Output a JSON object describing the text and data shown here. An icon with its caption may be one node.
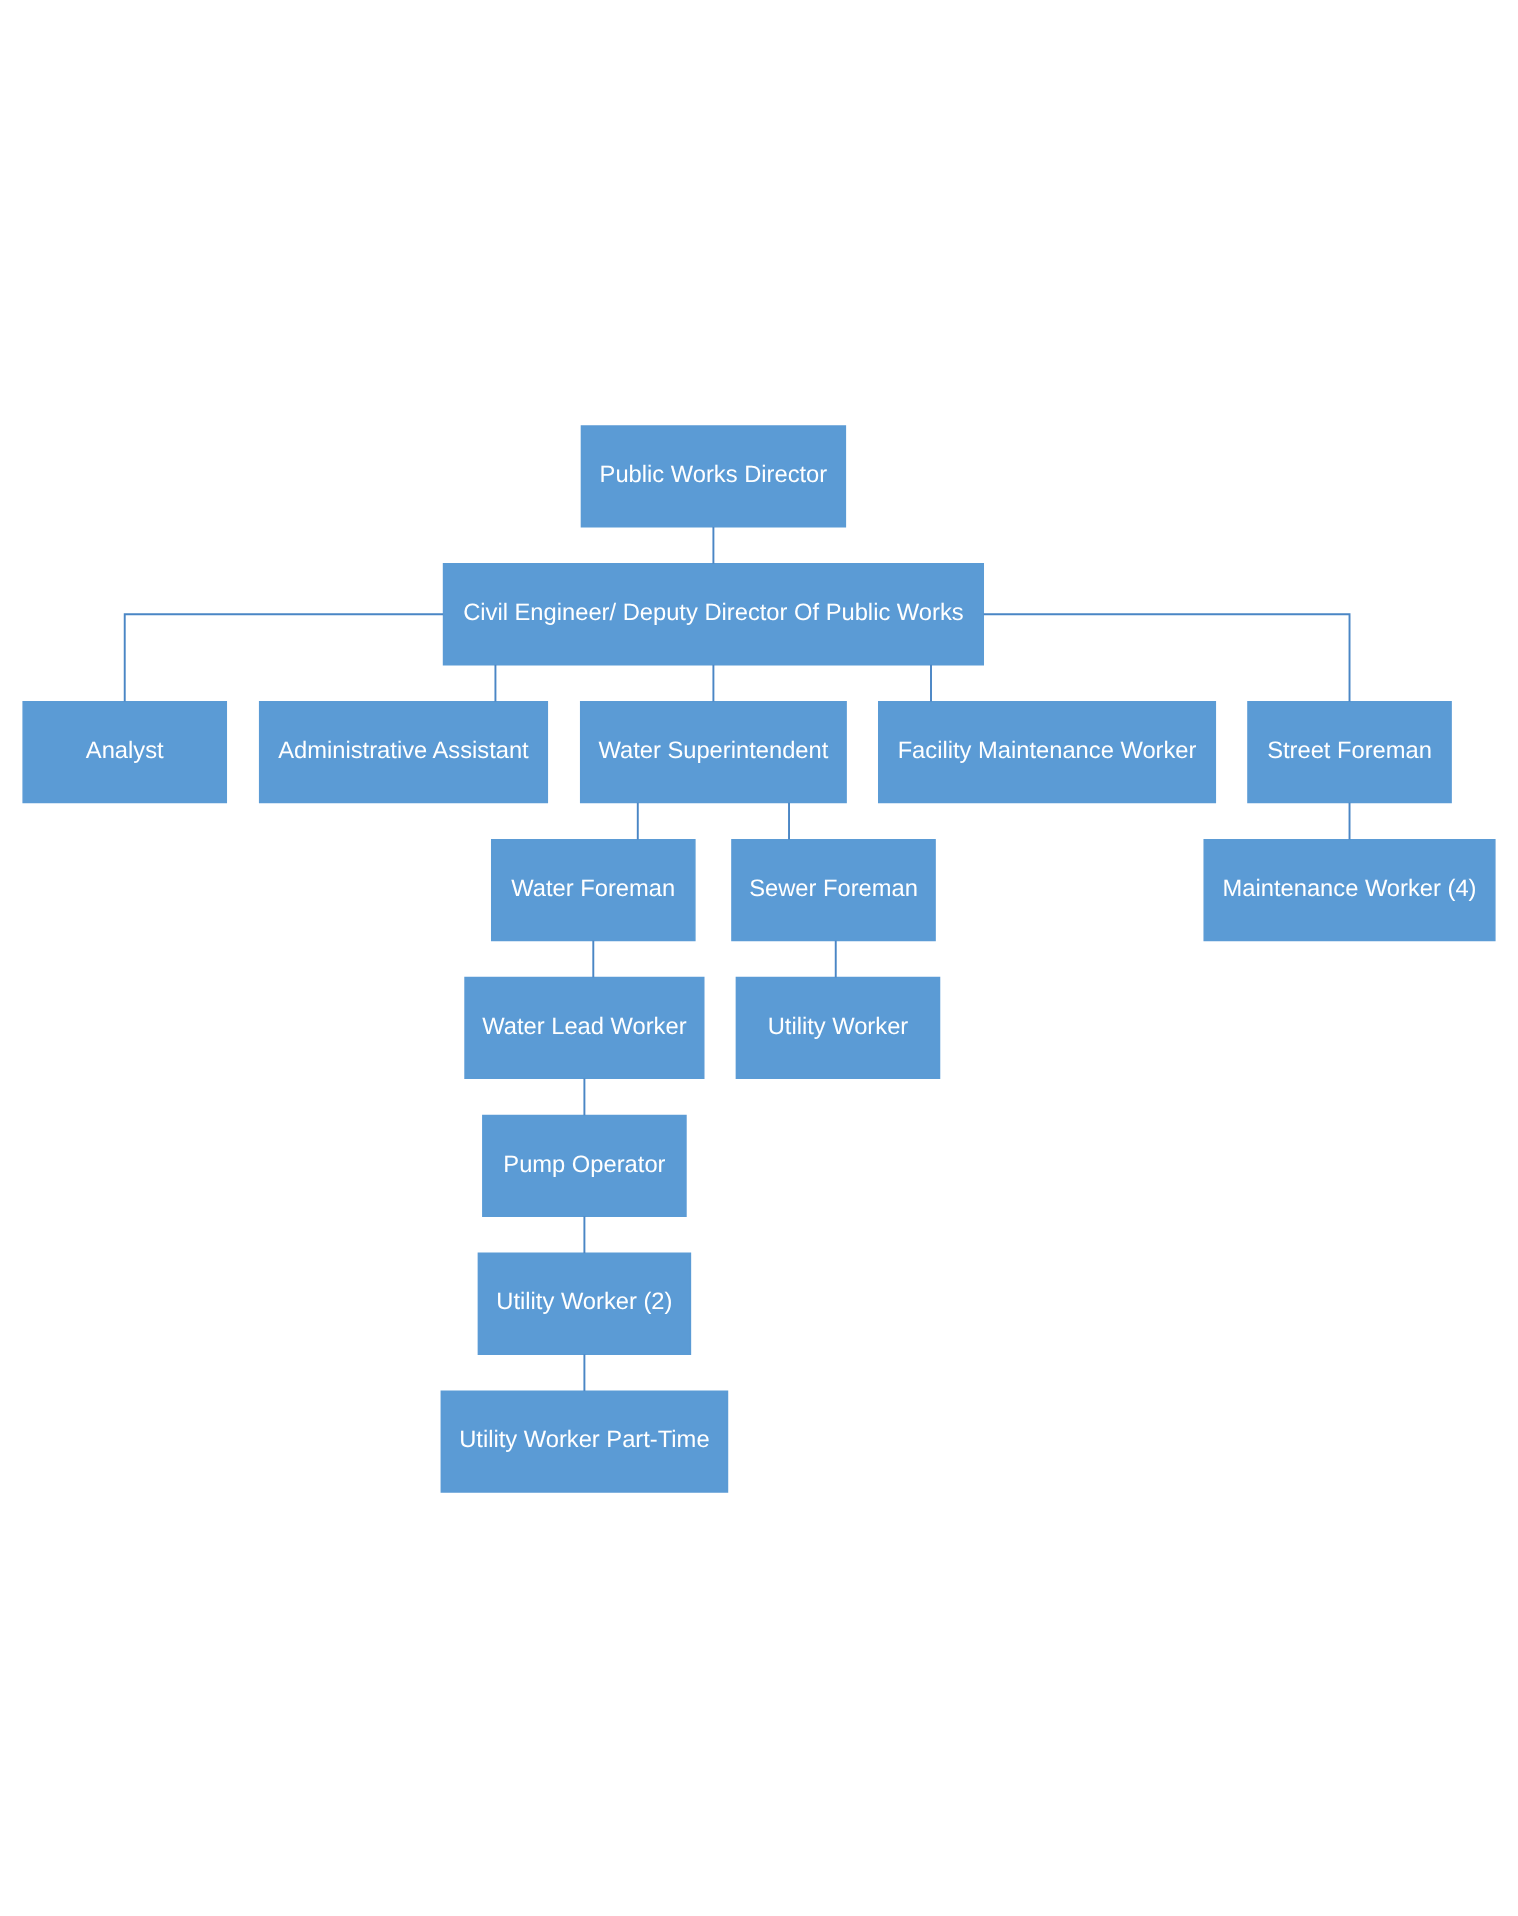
{
  "diagram": {
    "nodes": [
      {
        "text": [
          "Public Works Director"
        ]
      },
      {
        "text": [
          "Civil Engineer/ Deputy Director Of Public Works"
        ]
      },
      {
        "text": [
          "Analyst"
        ]
      },
      {
        "text": [
          "Administrative Assistant"
        ]
      },
      {
        "text": [
          "Water Superintendent"
        ]
      },
      {
        "text": [
          "Facility Maintenance Worker"
        ]
      },
      {
        "text": [
          "Street Foreman"
        ]
      },
      {
        "text": [
          "Water Foreman"
        ]
      },
      {
        "text": [
          "Sewer Foreman"
        ]
      },
      {
        "text": [
          "Maintenance Worker (4)"
        ]
      },
      {
        "text": [
          "Water Lead Worker"
        ]
      },
      {
        "text": [
          "Utility Worker"
        ]
      },
      {
        "text": [
          "Pump Operator"
        ]
      },
      {
        "text": [
          "Utility Worker (2)"
        ]
      },
      {
        "text": [
          "Utility Worker Part-Time"
        ]
      }
    ],
    "edges": [
      {
        "from": 0,
        "to": 1,
        "arrow": "none"
      },
      {
        "from": 1,
        "to": 2,
        "arrow": "none"
      },
      {
        "from": 1,
        "to": 3,
        "arrow": "none"
      },
      {
        "from": 1,
        "to": 4,
        "arrow": "none"
      },
      {
        "from": 1,
        "to": 5,
        "arrow": "none"
      },
      {
        "from": 1,
        "to": 6,
        "arrow": "none"
      },
      {
        "from": 4,
        "to": 7,
        "arrow": "none"
      },
      {
        "from": 4,
        "to": 8,
        "arrow": "none"
      },
      {
        "from": 6,
        "to": 9,
        "arrow": "none"
      },
      {
        "from": 7,
        "to": 10,
        "arrow": "none"
      },
      {
        "from": 8,
        "to": 11,
        "arrow": "none"
      },
      {
        "from": 10,
        "to": 12,
        "arrow": "none"
      },
      {
        "from": 12,
        "to": 13,
        "arrow": "none"
      },
      {
        "from": 13,
        "to": 14,
        "arrow": "none"
      }
    ]
  }
}
